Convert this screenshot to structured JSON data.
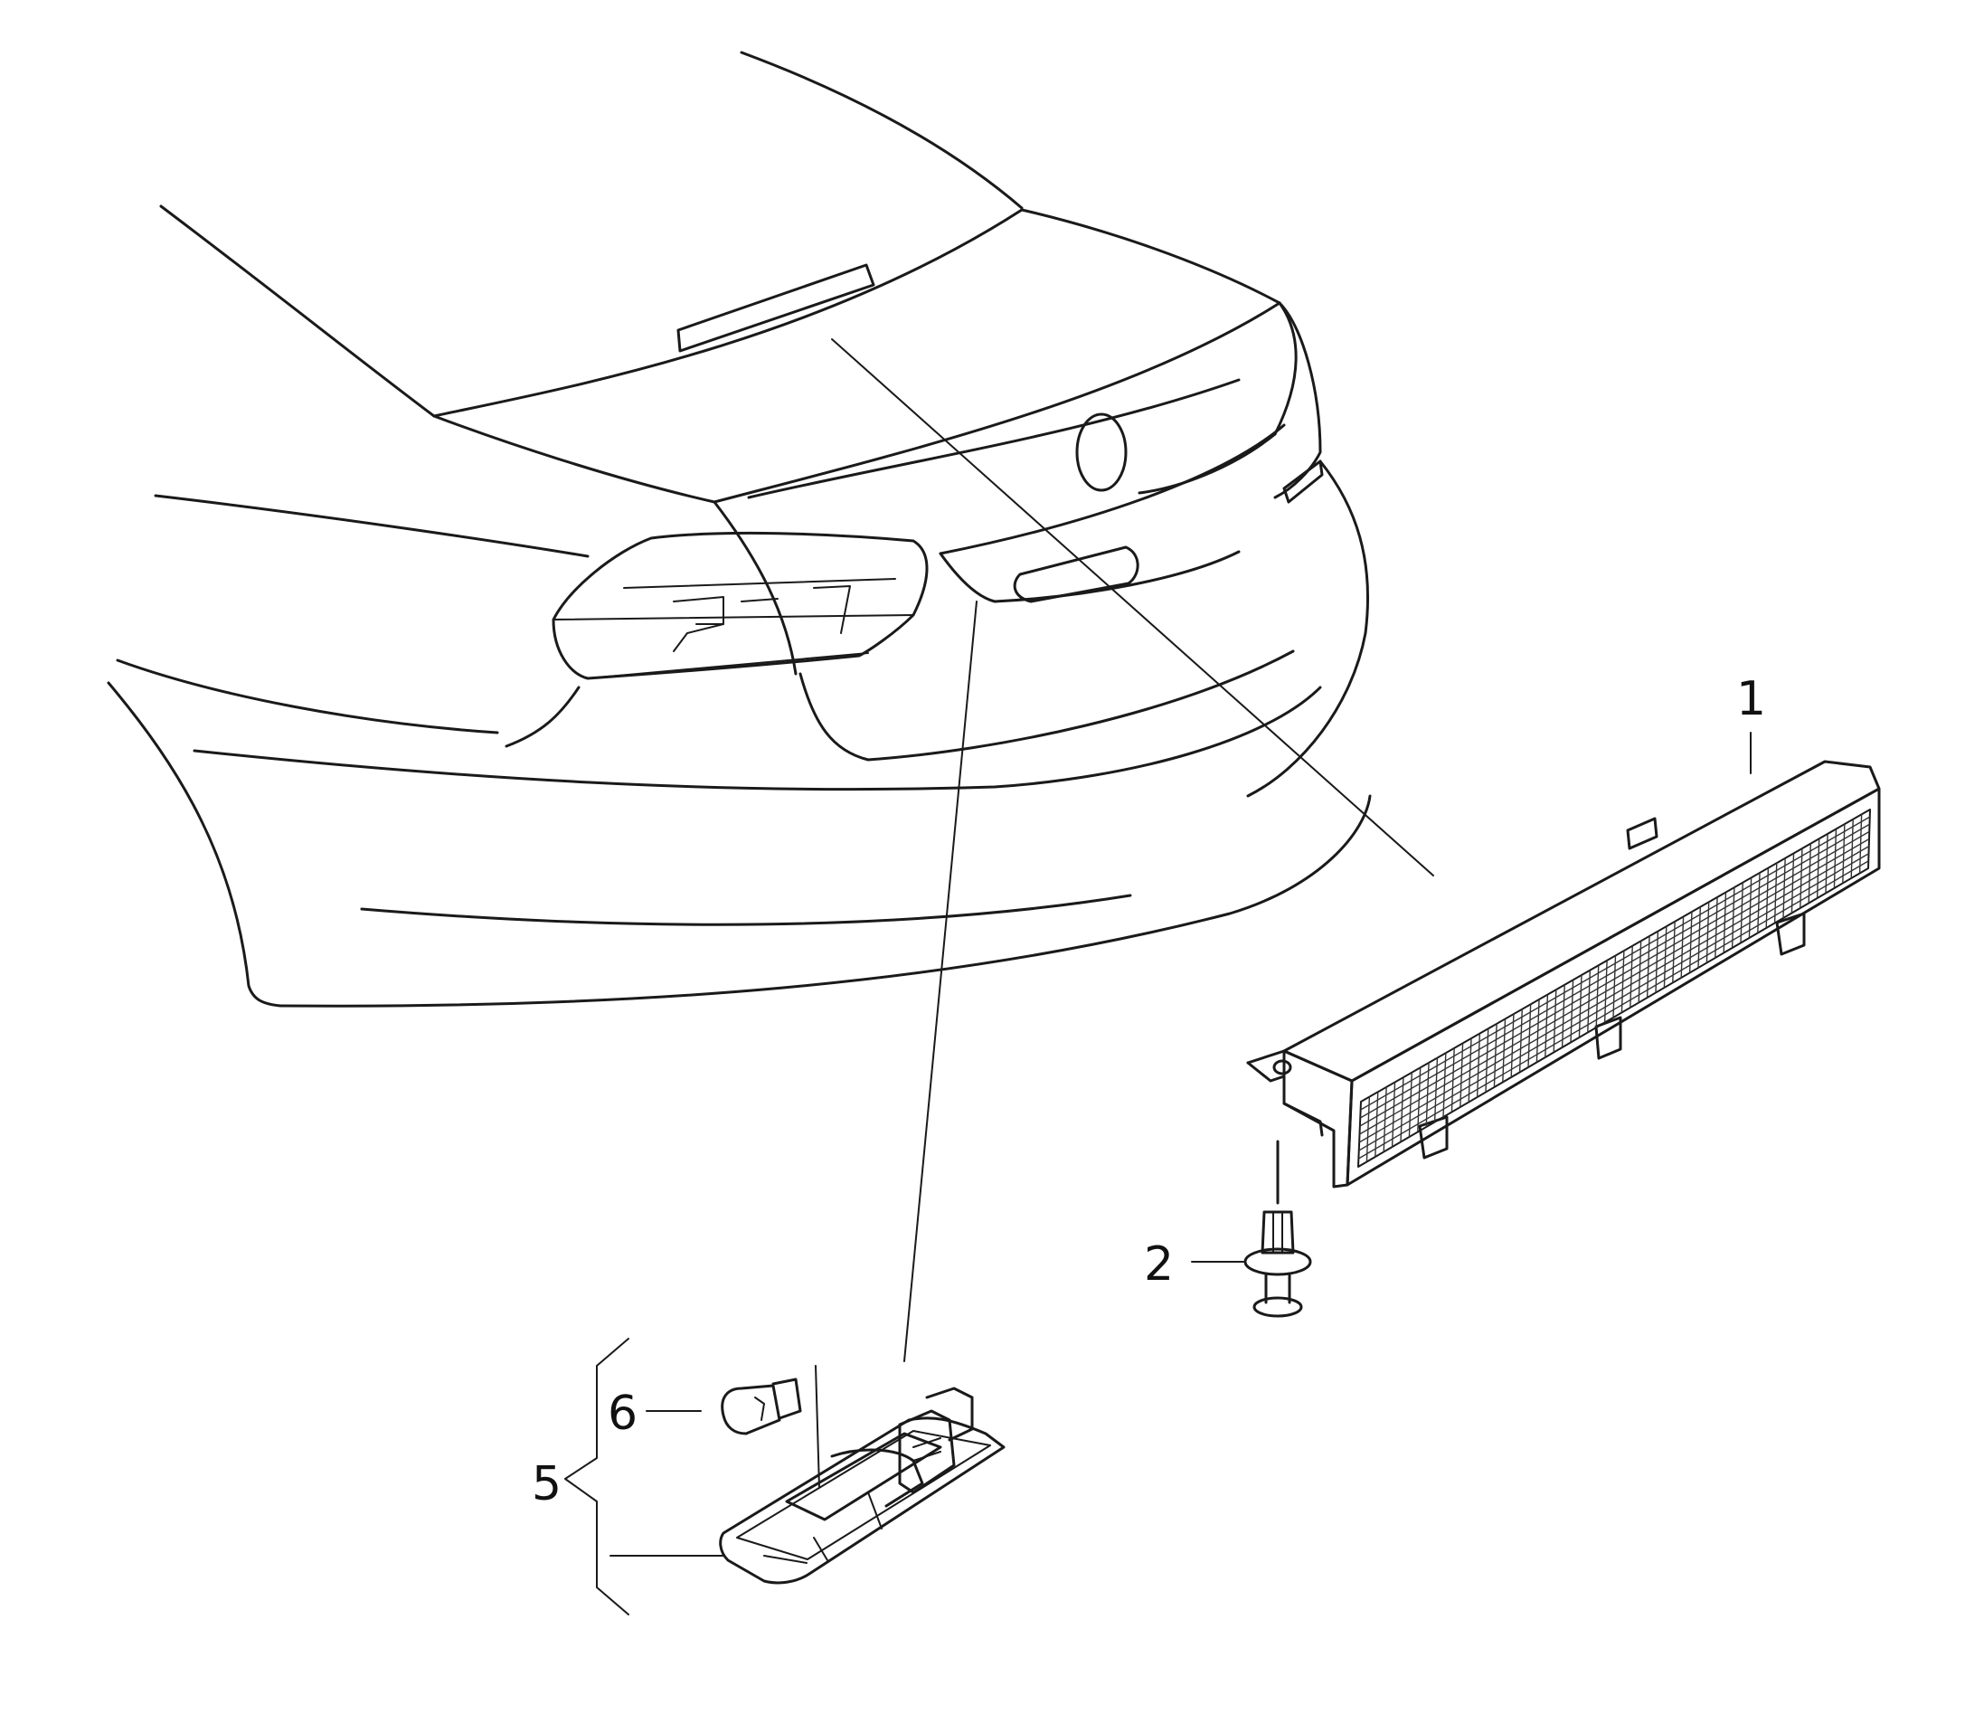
{
  "callouts": [
    {
      "id": "1",
      "label": "1"
    },
    {
      "id": "2",
      "label": "2"
    },
    {
      "id": "5",
      "label": "5"
    },
    {
      "id": "6",
      "label": "6"
    }
  ],
  "line_color": "#1a1a1a",
  "background": "#ffffff"
}
